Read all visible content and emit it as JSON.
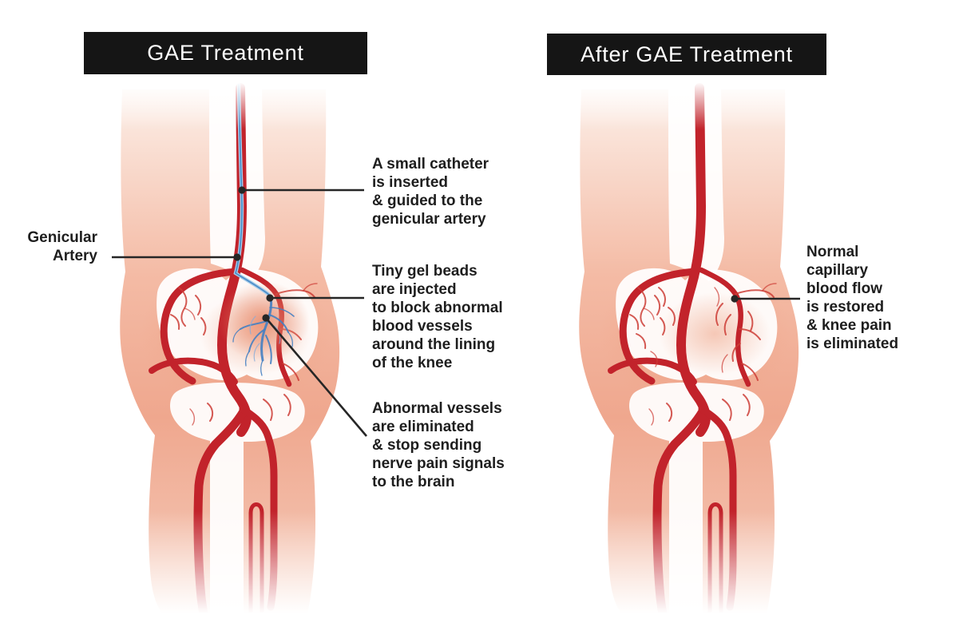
{
  "page": {
    "background": "#ffffff"
  },
  "figure": {
    "panels": [
      {
        "id": "gae-treatment",
        "title": "GAE Treatment",
        "labels": [
          {
            "id": "genicular-artery",
            "text": "Genicular\nArtery"
          },
          {
            "id": "catheter",
            "text": "A small catheter\nis inserted\n& guided to the\ngenicular artery"
          },
          {
            "id": "gel-beads",
            "text": "Tiny gel beads\nare injected\nto block abnormal\nblood vessels\naround the lining\nof the knee"
          },
          {
            "id": "abnormal-vessels",
            "text": "Abnormal vessels\nare eliminated\n& stop sending\nnerve pain signals\nto the brain"
          }
        ]
      },
      {
        "id": "after-gae-treatment",
        "title": "After GAE Treatment",
        "labels": [
          {
            "id": "normal-flow",
            "text": "Normal\ncapillary\nblood flow\nis restored\n& knee pain\nis eliminated"
          }
        ]
      }
    ],
    "colors": {
      "title_bg": "#151515",
      "title_text": "#ffffff",
      "label_text": "#1e1e1e",
      "artery_red": "#c2232b",
      "capillary_red": "#cd3d36",
      "catheter_blue": "#a9cdea",
      "catheter_core_blue": "#4c8ec9",
      "abnormal_vessel_blue": "#4480c2",
      "abnormal_vessel_blue_light": "#86add9",
      "skin": "#f3b7a1",
      "skin_light": "#fcefe8",
      "leader_line": "#262626",
      "page_bg": "#ffffff"
    }
  }
}
